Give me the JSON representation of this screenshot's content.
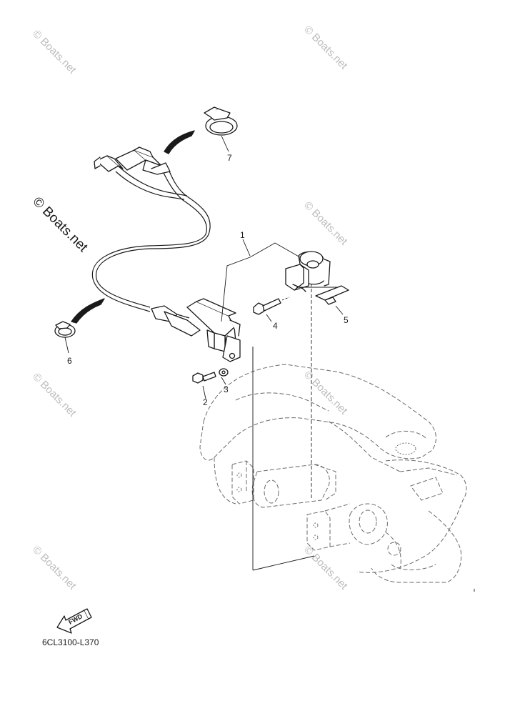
{
  "watermark": "© Boats.net",
  "drawing_code": "6CL3100-L370",
  "fwd_label": "FWD",
  "callouts": {
    "c1": "1",
    "c2": "2",
    "c3": "3",
    "c4": "4",
    "c5": "5",
    "c6": "6",
    "c7": "7"
  }
}
